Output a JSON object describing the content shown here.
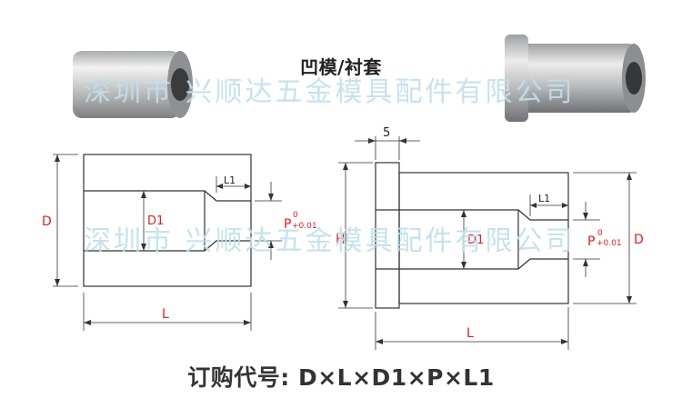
{
  "title": "凹模/衬套",
  "watermark": "深圳市 兴顺达五金模具配件有限公司",
  "order_code": "订购代号: D×L×D1×P×L1",
  "left_drawing": {
    "dim_D": "D",
    "dim_D1": "D1",
    "dim_L": "L",
    "dim_L1": "L1",
    "dim_P": "P",
    "tol_upper": "0",
    "tol_lower": "+0.01"
  },
  "right_drawing": {
    "dim_head_thickness": "5",
    "dim_H": "H",
    "dim_D1": "D1",
    "dim_L": "L",
    "dim_L1": "L1",
    "dim_P": "P",
    "dim_D": "D",
    "tol_upper": "0",
    "tol_lower": "+0.01"
  },
  "colors": {
    "line": "#333333",
    "label_red": "#e02020",
    "watermark": "#bfe0ec"
  }
}
